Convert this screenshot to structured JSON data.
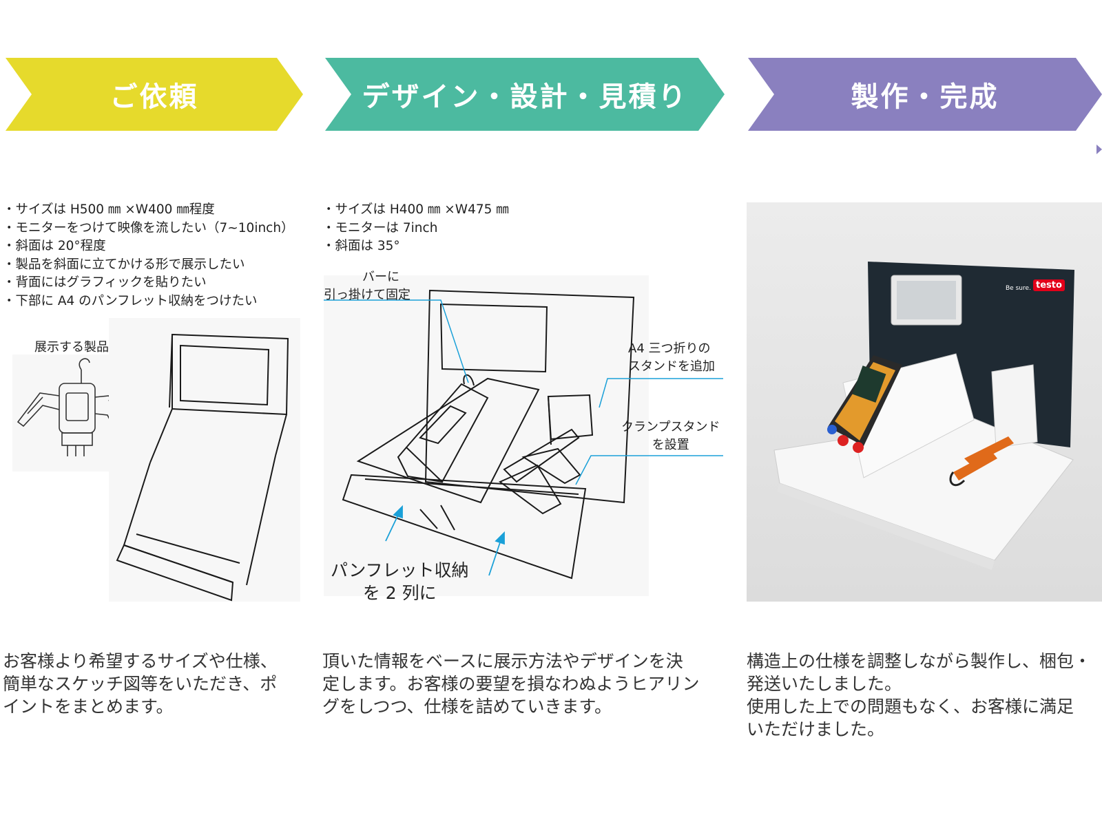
{
  "steps": [
    {
      "title": "ご依頼",
      "color": "#e6da2c",
      "bullets": [
        "・サイズは H500 ㎜ ×W400 ㎜程度",
        "・モニターをつけて映像を流したい（7~10inch）",
        "・斜面は 20°程度",
        "・製品を斜面に立てかける形で展示したい",
        "・背面にはグラフィックを貼りたい",
        "・下部に A4 のパンフレット収納をつけたい"
      ],
      "product_label": "展示する製品",
      "description": [
        "お客様より希望するサイズや仕様、",
        "簡単なスケッチ図等をいただき、ポ",
        "イントをまとめます。"
      ]
    },
    {
      "title": "デザイン・設計・見積り",
      "color": "#4cbaa0",
      "bullets": [
        "・サイズは H400 ㎜ ×W475 ㎜",
        "・モニターは 7inch",
        "・斜面は 35°"
      ],
      "annotations": {
        "bar_line1": "バーに",
        "bar_line2": "引っ掛けて固定",
        "stand_line1": "A4 三つ折りの",
        "stand_line2": "スタンドを追加",
        "clamp_line1": "クランプスタンド",
        "clamp_line2": "を設置",
        "pamph_line1": "パンフレット収納",
        "pamph_line2": "を 2 列に"
      },
      "description": [
        "頂いた情報をベースに展示方法やデザインを決",
        "定します。お客様の要望を損なわぬようヒアリン",
        "グをしつつ、仕様を詰めていきます。"
      ]
    },
    {
      "title": "製作・完成",
      "color": "#8a80bf",
      "photo_text": {
        "brand": "testo",
        "tagline": "Be sure."
      },
      "description": [
        "構造上の仕様を調整しながら製作し、梱包・",
        "発送いたしました。",
        "使用した上での問題もなく、お客様に満足",
        "いただけました。"
      ]
    }
  ],
  "accent": "#1aa0d8"
}
